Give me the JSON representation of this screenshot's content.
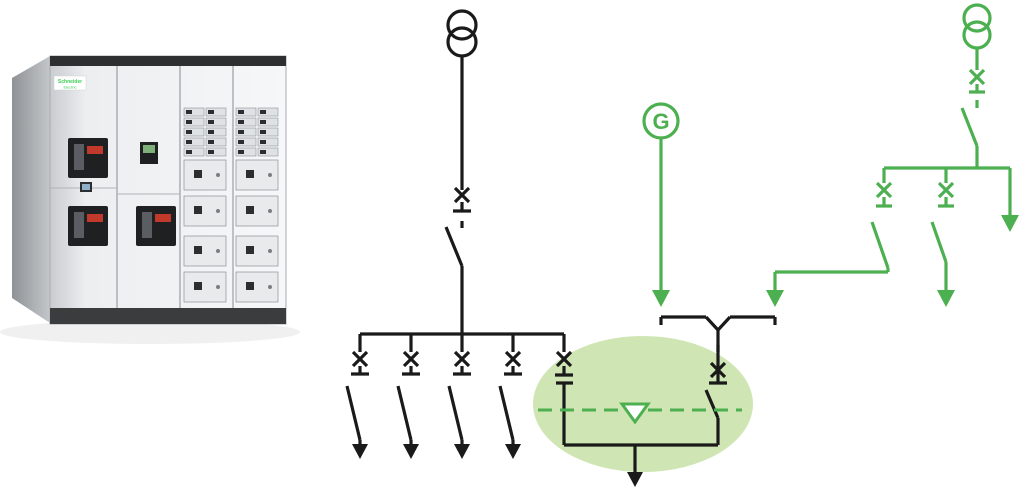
{
  "colors": {
    "normal_line": "#1a1a1a",
    "backup_line": "#4caf50",
    "highlight_fill": "#cfe6b4",
    "panel_body": "#eef0f2",
    "panel_frame": "#3a3a3a",
    "brand_green": "#3dcd58"
  },
  "switchboard": {
    "brand_logo_text": "Schneider",
    "brand_logo_subtext": "Electric"
  },
  "generator": {
    "symbol_letter": "G"
  },
  "icons": {
    "transformer": "transformer-icon",
    "breaker": "circuit-breaker-icon",
    "switch": "switch-icon",
    "arrow": "arrow-down-icon",
    "generator": "generator-icon",
    "interlock": "interlock-triangle-icon"
  }
}
